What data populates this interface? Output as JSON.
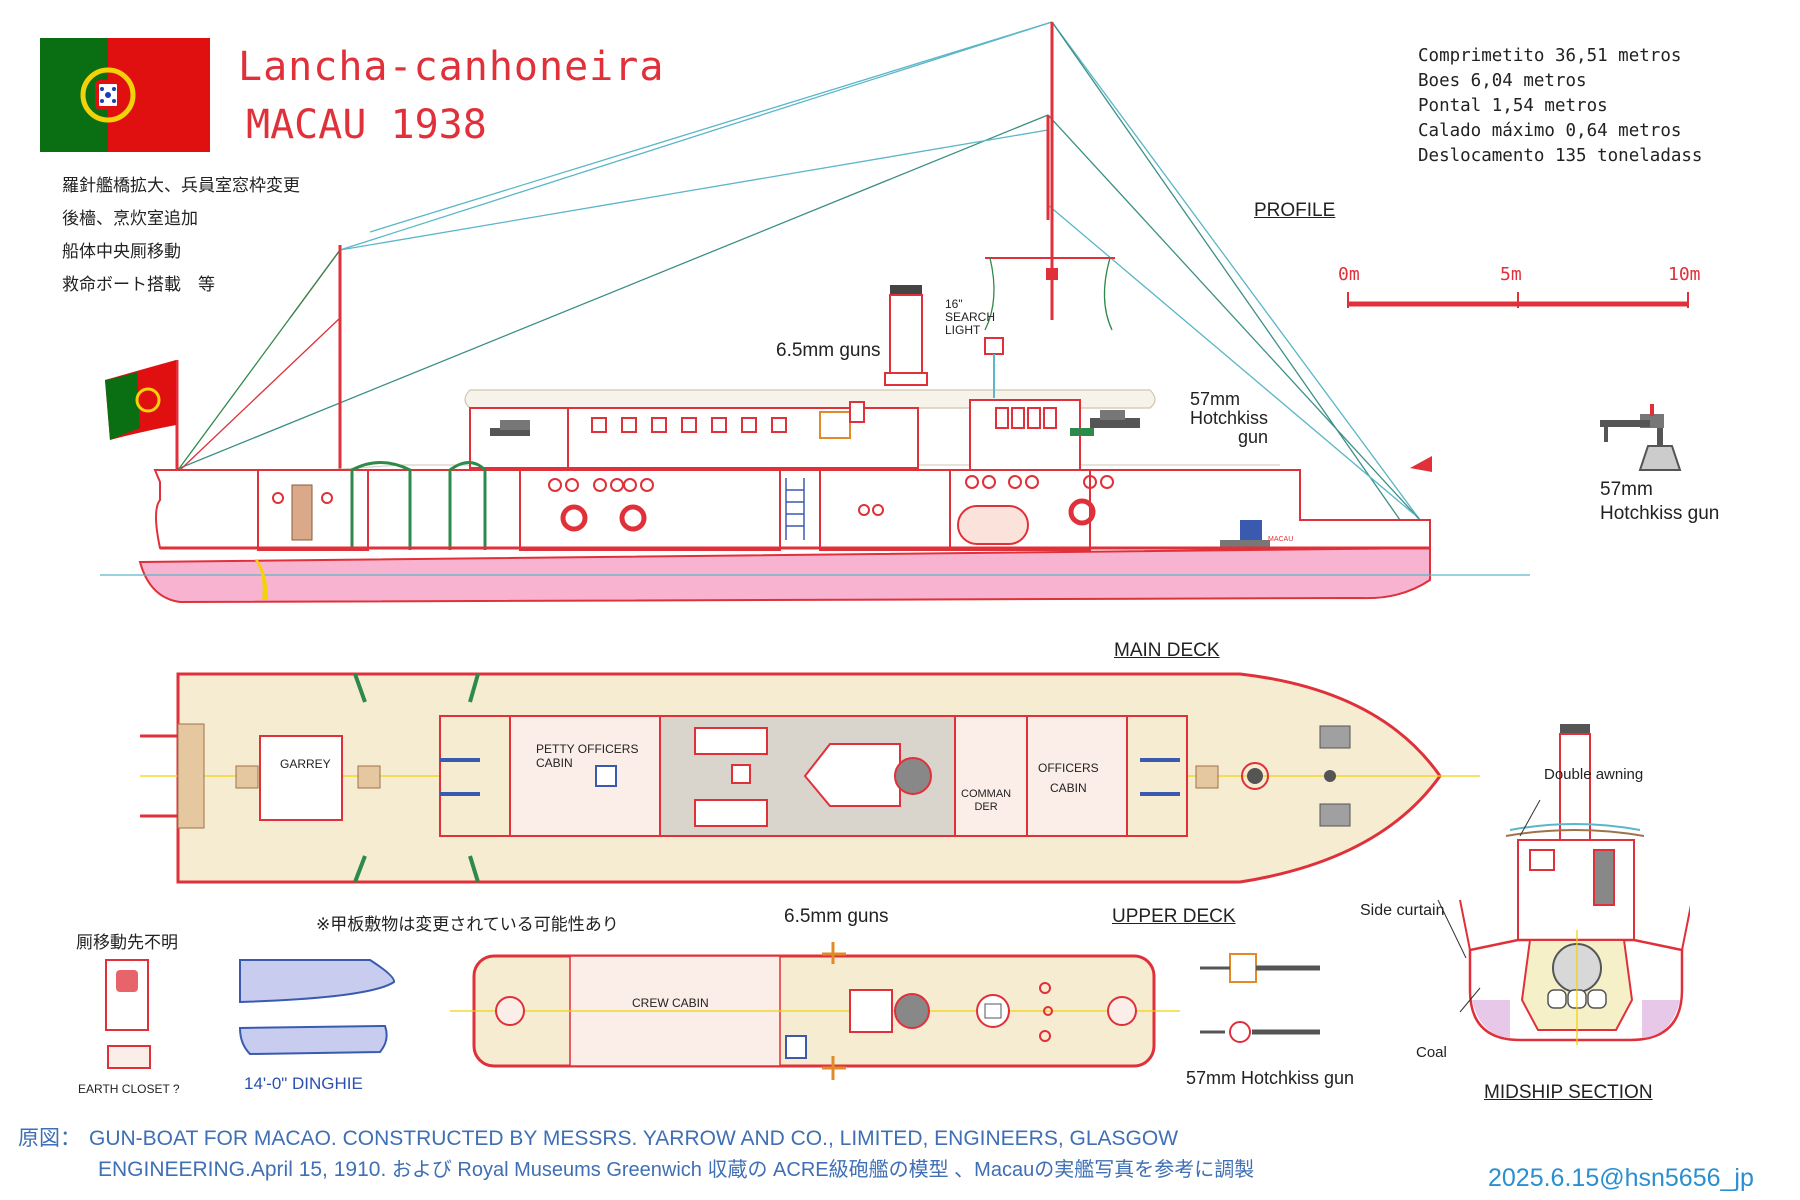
{
  "title_line1": "Lancha-canhoneira",
  "title_line2": "MACAU 1938",
  "notes": [
    "羅針艦橋拡大、兵員室窓枠変更",
    "後檣、烹炊室追加",
    "船体中央厠移動",
    "救命ボート搭載　等"
  ],
  "specs": [
    "Comprimetito 36,51 metros",
    "Boes 6,04 metros",
    "Pontal 1,54 metros",
    "Calado máximo 0,64 metros",
    "Deslocamento 135 toneladass"
  ],
  "section_labels": {
    "profile": "PROFILE",
    "main_deck": "MAIN DECK",
    "upper_deck": "UPPER DECK",
    "midship": "MIDSHIP SECTION"
  },
  "scale": {
    "zero": "0m",
    "mid": "5m",
    "end": "10m"
  },
  "profile_labels": {
    "search_light": [
      "16\"",
      "SEARCH",
      "LIGHT"
    ],
    "guns_65": "6.5mm guns",
    "hotchkiss_top": [
      "57mm",
      "Hotchkiss",
      "gun"
    ],
    "hotchkiss_side": [
      "57mm",
      "Hotchkiss gun"
    ],
    "hull_name": "MACAU"
  },
  "main_deck_labels": {
    "garrey": "GARREY",
    "petty": [
      "PETTY OFFICERS",
      "CABIN"
    ],
    "commander": [
      "COMMAN",
      "DER"
    ],
    "officers": [
      "OFFICERS",
      "CABIN"
    ]
  },
  "upper_deck_labels": {
    "guns": "6.5mm guns",
    "crew": "CREW CABIN",
    "note": "※甲板敷物は変更されている可能性あり",
    "hotchkiss": "57mm Hotchkiss gun"
  },
  "misc_labels": {
    "toilet_unknown": "厠移動先不明",
    "earth_closet": "EARTH  CLOSET ?",
    "dinghie": "14'-0\" DINGHIE"
  },
  "midship_labels": {
    "double_awning": "Double awning",
    "side_curtain": "Side curtain",
    "coal": "Coal"
  },
  "footer": {
    "prefix": "原図：",
    "line1": "GUN-BOAT FOR MACAO. CONSTRUCTED BY MESSRS. YARROW AND CO., LIMITED, ENGINEERS, GLASGOW",
    "line2": "ENGINEERING.April 15, 1910.",
    "line2_jp": " および Royal Museums Greenwich 収蔵の ACRE級砲艦の模型 、Macauの実艦写真を参考に調製"
  },
  "credit": "2025.6.15@hsn5656_jp",
  "colors": {
    "red": "#e0303a",
    "hull_pink": "#f7b3cf",
    "deck_cream": "#f5ecd2",
    "flag_green": "#0a6e12",
    "flag_red": "#e01010",
    "footer_blue": "#3f6fb4",
    "credit_blue": "#2a8fd0"
  }
}
